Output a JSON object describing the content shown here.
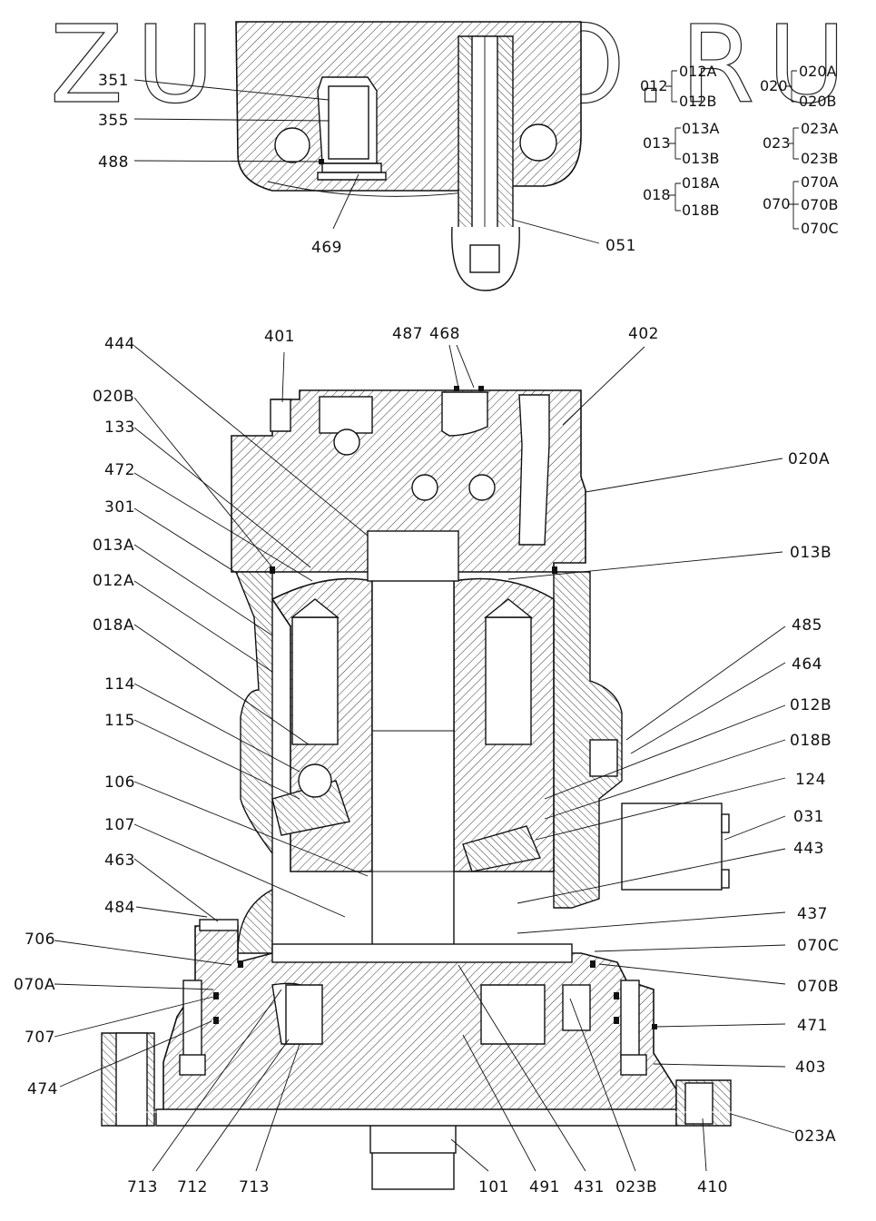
{
  "watermark": "ZUPAVTO.RU",
  "legend": [
    {
      "group": "012",
      "parts": [
        "012A",
        "012B"
      ]
    },
    {
      "group": "013",
      "parts": [
        "013A",
        "013B"
      ]
    },
    {
      "group": "018",
      "parts": [
        "018A",
        "018B"
      ]
    },
    {
      "group": "020",
      "parts": [
        "020A",
        "020B"
      ]
    },
    {
      "group": "023",
      "parts": [
        "023A",
        "023B"
      ]
    },
    {
      "group": "070",
      "parts": [
        "070A",
        "070B",
        "070C"
      ]
    }
  ],
  "top_view_labels": {
    "p351": "351",
    "p355": "355",
    "p488": "488",
    "p469": "469",
    "p051": "051"
  },
  "top_labels": {
    "p401": "401",
    "p487": "487",
    "p468": "468",
    "p402": "402"
  },
  "left_labels": {
    "p444": "444",
    "p020B": "020B",
    "p133": "133",
    "p472": "472",
    "p301": "301",
    "p013A": "013A",
    "p012A": "012A",
    "p018A": "018A",
    "p114": "114",
    "p115": "115",
    "p106": "106",
    "p107": "107",
    "p463": "463",
    "p484": "484",
    "p706": "706",
    "p070A": "070A",
    "p707": "707",
    "p474": "474"
  },
  "right_labels": {
    "p020A": "020A",
    "p013B": "013B",
    "p485": "485",
    "p464": "464",
    "p012B": "012B",
    "p018B": "018B",
    "p124": "124",
    "p031": "031",
    "p443": "443",
    "p437": "437",
    "p070C": "070C",
    "p070B": "070B",
    "p471": "471",
    "p403": "403",
    "p023A": "023A"
  },
  "bottom_labels": {
    "p713a": "713",
    "p712": "712",
    "p713b": "713",
    "p101": "101",
    "p491": "491",
    "p431": "431",
    "p023B": "023B",
    "p410": "410"
  }
}
